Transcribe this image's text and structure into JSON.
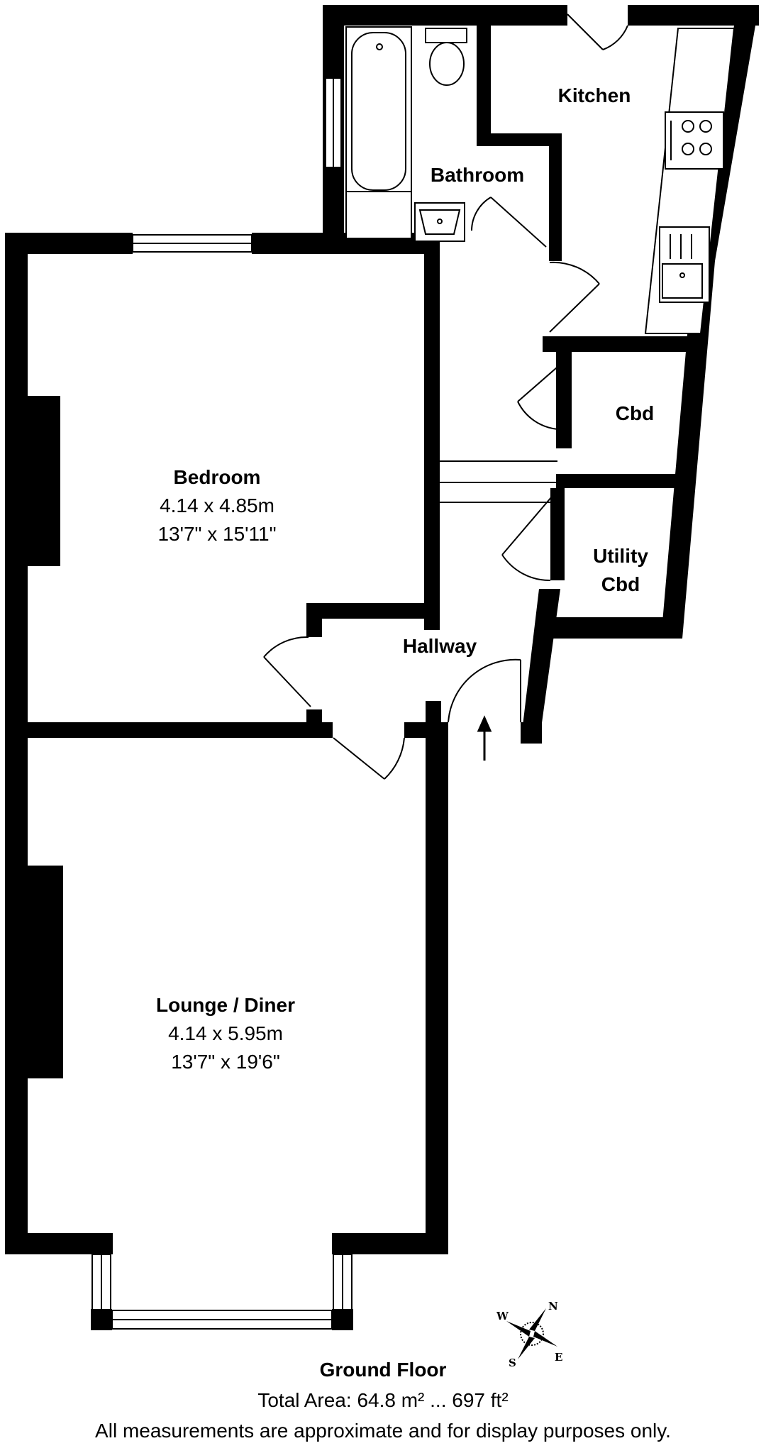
{
  "rooms": {
    "kitchen": {
      "name": "Kitchen"
    },
    "bathroom": {
      "name": "Bathroom"
    },
    "cbd": {
      "name": "Cbd"
    },
    "utility": {
      "name_line1": "Utility",
      "name_line2": "Cbd"
    },
    "hallway": {
      "name": "Hallway"
    },
    "bedroom": {
      "name": "Bedroom",
      "metric": "4.14 x 4.85m",
      "imperial": "13'7\" x 15'11\""
    },
    "lounge": {
      "name": "Lounge / Diner",
      "metric": "4.14 x 5.95m",
      "imperial": "13'7\" x 19'6\""
    }
  },
  "compass": {
    "n": "N",
    "e": "E",
    "s": "S",
    "w": "W"
  },
  "footer": {
    "floor": "Ground Floor",
    "total_area": "Total Area: 64.8 m² ... 697 ft²",
    "disclaimer": "All measurements are approximate and for display purposes only."
  },
  "colors": {
    "wall": "#000000",
    "background": "#ffffff",
    "fixture_fill": "#ffffff"
  }
}
